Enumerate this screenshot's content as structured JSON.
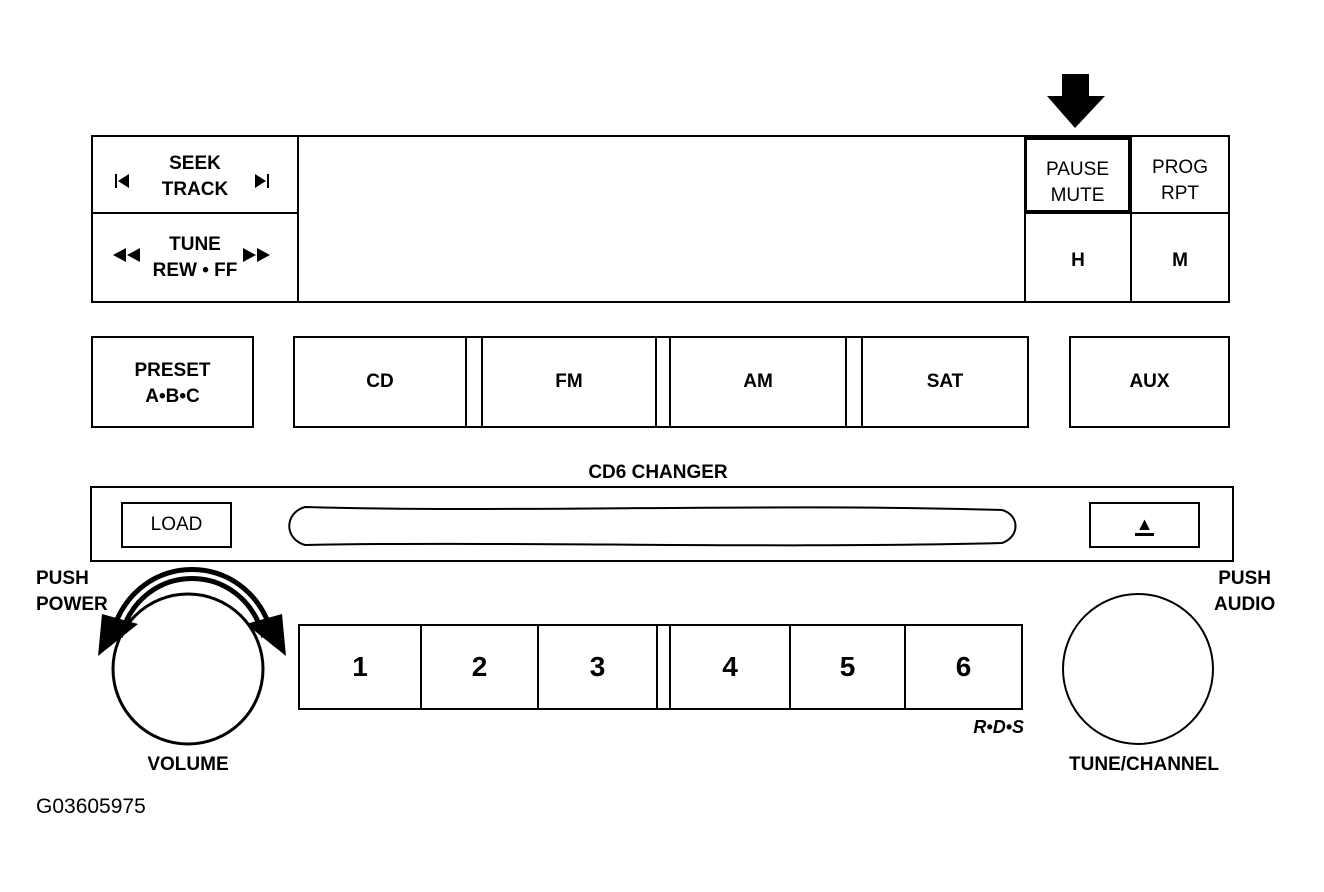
{
  "top_panel": {
    "seek_track": {
      "line1": "SEEK",
      "line2": "TRACK"
    },
    "tune": {
      "line1": "TUNE",
      "line2": "REW • FF"
    },
    "pause_mute": {
      "line1": "PAUSE",
      "line2": "MUTE"
    },
    "prog_rpt": {
      "line1": "PROG",
      "line2": "RPT"
    },
    "hour": "H",
    "minute": "M"
  },
  "mode_row": {
    "preset": {
      "line1": "PRESET",
      "line2": "A•B•C"
    },
    "cd": "CD",
    "fm": "FM",
    "am": "AM",
    "sat": "SAT",
    "aux": "AUX"
  },
  "changer": {
    "title": "CD6 CHANGER",
    "load": "LOAD",
    "eject_symbol": "▲"
  },
  "volume": {
    "push_line1": "PUSH",
    "push_line2": "POWER",
    "label": "VOLUME"
  },
  "tune_channel": {
    "push_line1": "PUSH",
    "push_line2": "AUDIO",
    "label": "TUNE/CHANNEL"
  },
  "presets": [
    "1",
    "2",
    "3",
    "4",
    "5",
    "6"
  ],
  "rds": "R•D•S",
  "figure_id": "G03605975",
  "icons": {
    "arrow": "down-arrow-icon",
    "seek_back": "skip-back-icon",
    "seek_forward": "skip-forward-icon",
    "rewind": "rewind-icon",
    "fast_forward": "fast-forward-icon",
    "rotation": "rotate-arrow-icon"
  }
}
